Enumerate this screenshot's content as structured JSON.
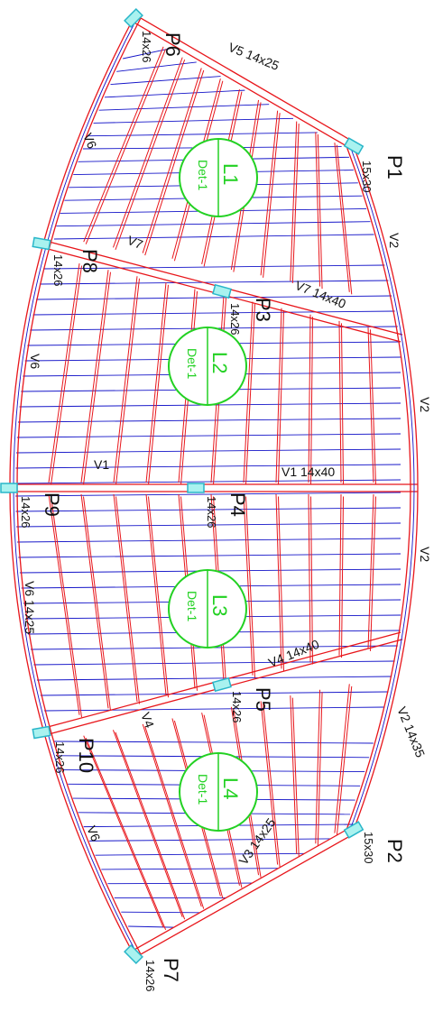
{
  "colors": {
    "beam": "#e8161b",
    "joist": "#1414c8",
    "pillar_fill": "#a9f2ef",
    "pillar_stroke": "#29b6c9",
    "slab_label": "#22d122",
    "text": "#111111"
  },
  "pillars": [
    {
      "name": "P6",
      "size": "14x26"
    },
    {
      "name": "P1",
      "size": "15x30"
    },
    {
      "name": "P8",
      "size": "14x26"
    },
    {
      "name": "P3",
      "size": "14x26"
    },
    {
      "name": "P9",
      "size": "14x26"
    },
    {
      "name": "P4",
      "size": "14x26"
    },
    {
      "name": "P10",
      "size": "14x26"
    },
    {
      "name": "P5",
      "size": "14x26"
    },
    {
      "name": "P2",
      "size": "15x30"
    },
    {
      "name": "P7",
      "size": "14x26"
    }
  ],
  "beams": [
    {
      "label": "V5 14x25"
    },
    {
      "label": "V6"
    },
    {
      "label": "V7"
    },
    {
      "label": "V7 14x40"
    },
    {
      "label": "V2"
    },
    {
      "label": "V6"
    },
    {
      "label": "V2"
    },
    {
      "label": "V1"
    },
    {
      "label": "V1 14x40"
    },
    {
      "label": "V2"
    },
    {
      "label": "V6 14x25"
    },
    {
      "label": "V4 14x40"
    },
    {
      "label": "V4"
    },
    {
      "label": "V2 14x35"
    },
    {
      "label": "V6"
    },
    {
      "label": "V3 14x25"
    }
  ],
  "slabs": [
    {
      "name": "L1",
      "detail": "Det-1"
    },
    {
      "name": "L2",
      "detail": "Det-1"
    },
    {
      "name": "L3",
      "detail": "Det-1"
    },
    {
      "name": "L4",
      "detail": "Det-1"
    }
  ]
}
